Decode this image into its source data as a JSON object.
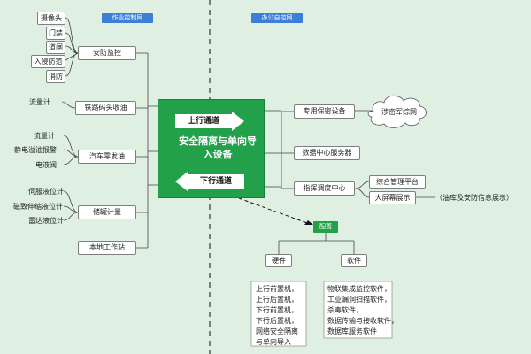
{
  "headers": {
    "left": "作业控制网",
    "right": "办公自控网"
  },
  "center": {
    "title": "安全隔离与单向导入设备",
    "up": "上行通道",
    "down": "下行通道"
  },
  "left_branches": [
    {
      "label": "安防监控",
      "leaves": [
        "摄像头",
        "门禁",
        "道闸",
        "入侵防范",
        "消防"
      ]
    },
    {
      "label": "铁路码头收油",
      "leaves": [
        "流量计"
      ]
    },
    {
      "label": "汽车零发油",
      "leaves": [
        "流量计",
        "静电溢油报警",
        "电液阀"
      ]
    },
    {
      "label": "储罐计量",
      "leaves": [
        "伺服液位计",
        "磁致伸缩液位计",
        "雷达液位计"
      ]
    },
    {
      "label": "本地工作站",
      "leaves": []
    }
  ],
  "right_branches": [
    {
      "label": "专用保密设备",
      "cloud": "涉密军综网"
    },
    {
      "label": "数据中心服务器"
    },
    {
      "label": "指挥调度中心",
      "leaves": [
        "综合管理平台",
        "大屏幕展示"
      ],
      "note": "（油库及安防信息展示）"
    }
  ],
  "config": {
    "label": "配置",
    "hardware": {
      "label": "硬件",
      "items": [
        "上行前置机，",
        "上行后置机，",
        "下行前置机，",
        "下行后置机，",
        "网络安全隔离",
        "与单向导入"
      ]
    },
    "software": {
      "label": "软件",
      "items": [
        "物联集成监控软件，",
        "工业漏洞扫描软件，",
        "杀毒软件，",
        "数据传输与接收软件，",
        "数据库服务软件"
      ]
    }
  }
}
